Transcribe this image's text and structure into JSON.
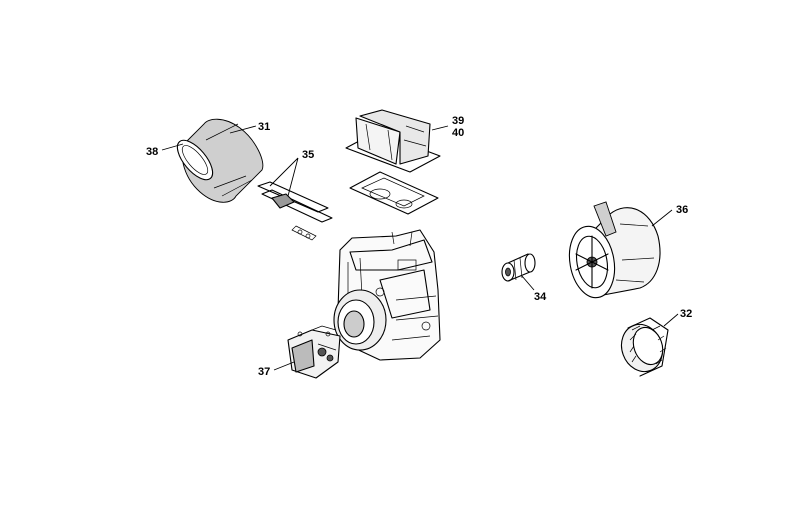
{
  "labels": {
    "l31": "31",
    "l32": "32",
    "l34": "34",
    "l35": "35",
    "l36": "36",
    "l37": "37",
    "l38": "38",
    "l39": "39",
    "l40": "40"
  }
}
